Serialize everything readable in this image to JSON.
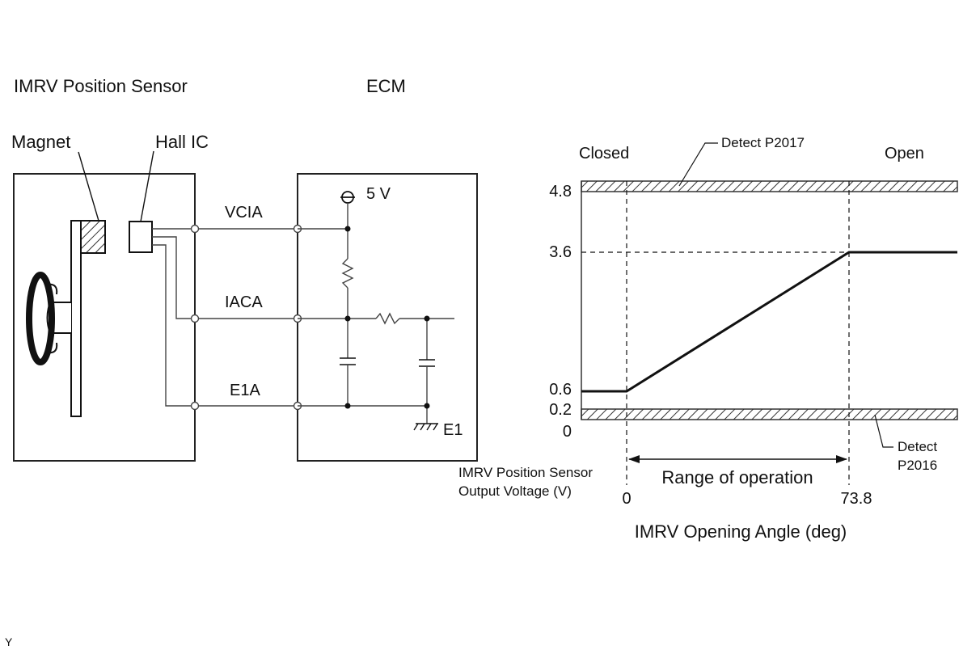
{
  "schematic": {
    "sensor_title": "IMRV Position Sensor",
    "ecm_title": "ECM",
    "magnet_label": "Magnet",
    "hall_ic_label": "Hall IC",
    "supply_label": "5 V",
    "ground_label": "E1",
    "signals": [
      "VCIA",
      "IACA",
      "E1A"
    ]
  },
  "graph": {
    "closed_label": "Closed",
    "open_label": "Open",
    "detect_high": "Detect P2017",
    "detect_low_line1": "Detect",
    "detect_low_line2": "P2016",
    "y_title_line1": "IMRV Position Sensor",
    "y_title_line2": "Output Voltage (V)",
    "x_title": "IMRV Opening Angle (deg)",
    "range_label": "Range of operation",
    "y_ticks": [
      "4.8",
      "3.6",
      "0.6",
      "0.2",
      "0"
    ],
    "x_ticks": [
      "0",
      "73.8"
    ]
  },
  "footer": {
    "code": "Y"
  }
}
